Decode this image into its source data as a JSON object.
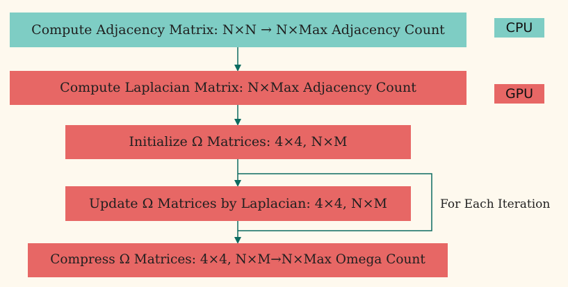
{
  "colors": {
    "background": "#fef9ee",
    "cpu": "#7ecdc4",
    "gpu": "#e76765",
    "arrow": "#0b6b60"
  },
  "steps": [
    {
      "text": "Compute Adjacency Matrix: N×N → N×Max Adjacency Count",
      "device": "CPU"
    },
    {
      "text": "Compute Laplacian Matrix: N×Max Adjacency Count",
      "device": "GPU"
    },
    {
      "text": "Initialize Ω Matrices: 4×4, N×M",
      "device": "GPU"
    },
    {
      "text": "Update Ω Matrices by Laplacian: 4×4, N×M",
      "device": "GPU"
    },
    {
      "text": "Compress Ω Matrices: 4×4, N×M→N×Max Omega Count",
      "device": "GPU"
    }
  ],
  "legend": {
    "cpu": "CPU",
    "gpu": "GPU"
  },
  "loop": {
    "label": "For Each Iteration"
  }
}
